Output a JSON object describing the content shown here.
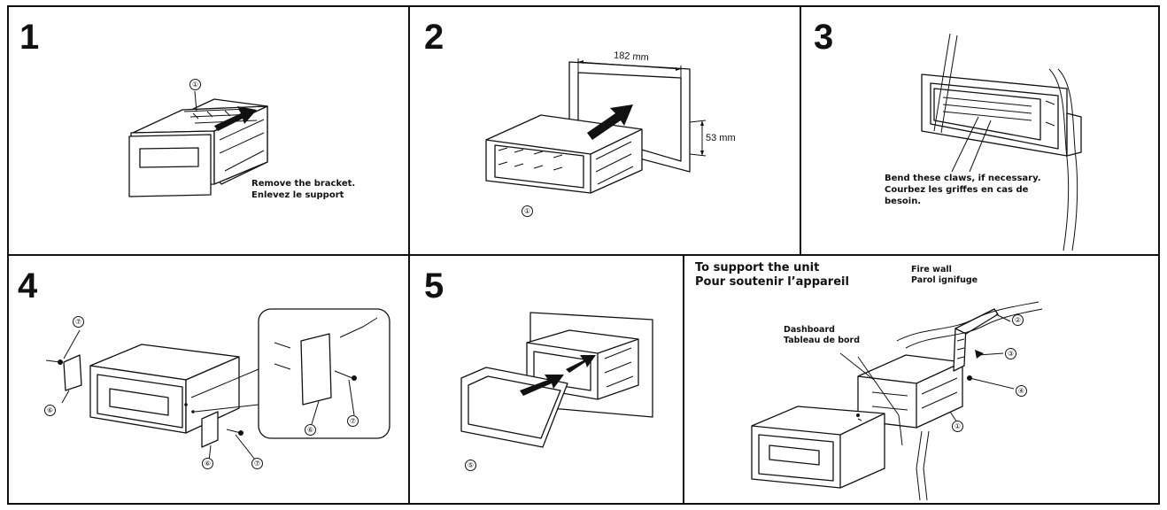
{
  "steps": [
    {
      "number": "1",
      "caption_en": "Remove the bracket.",
      "caption_fr": "Enlevez le support",
      "ref": "①"
    },
    {
      "number": "2",
      "dim_width": "182 mm",
      "dim_height": "53 mm",
      "ref": "①"
    },
    {
      "number": "3",
      "caption_line1": "Bend these claws, if necessary.",
      "caption_line2": "Courbez les griffes en cas de",
      "caption_line3": "besoin."
    },
    {
      "number": "4",
      "refs": [
        "⑦",
        "⑥",
        "⑦",
        "⑥",
        "⑥",
        "⑦"
      ]
    },
    {
      "number": "5",
      "ref": "⑤"
    }
  ],
  "support": {
    "title_en": "To support the unit",
    "title_fr": "Pour soutenir l’appareil",
    "firewall_en": "Fire wall",
    "firewall_fr": "Parol ignifuge",
    "dashboard_en": "Dashboard",
    "dashboard_fr": "Tableau de bord",
    "refs": [
      "②",
      "③",
      "④",
      "①"
    ]
  }
}
